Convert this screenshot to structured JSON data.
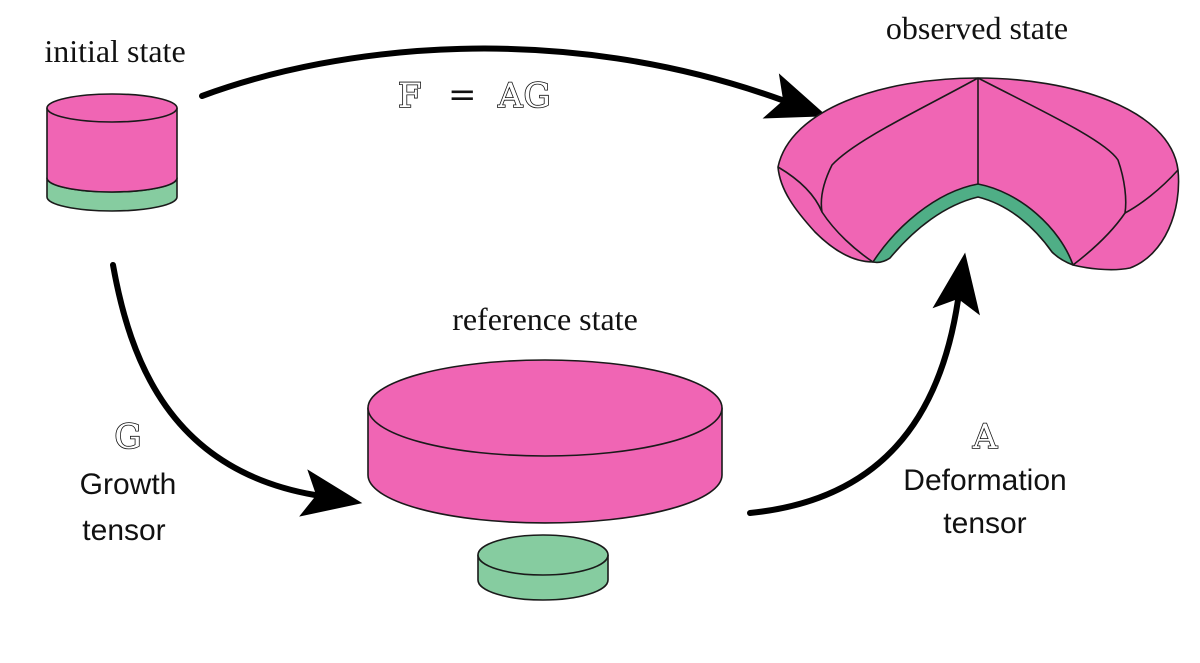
{
  "labels": {
    "initial_state": "initial state",
    "observed_state": "observed state",
    "reference_state": "reference state",
    "composition_lhs": "F",
    "composition_eq": "=",
    "composition_rhs": "AG",
    "growth_symbol": "G",
    "growth_line1": "Growth",
    "growth_line2": "tensor",
    "deformation_symbol": "A",
    "deformation_line1": "Deformation",
    "deformation_line2": "tensor"
  },
  "colors": {
    "pink": "#f065b4",
    "pink_dark": "#e055a6",
    "green": "#86cca0",
    "green_dark": "#4fae86",
    "outline": "#1a1a1a",
    "arrow": "#000000"
  }
}
